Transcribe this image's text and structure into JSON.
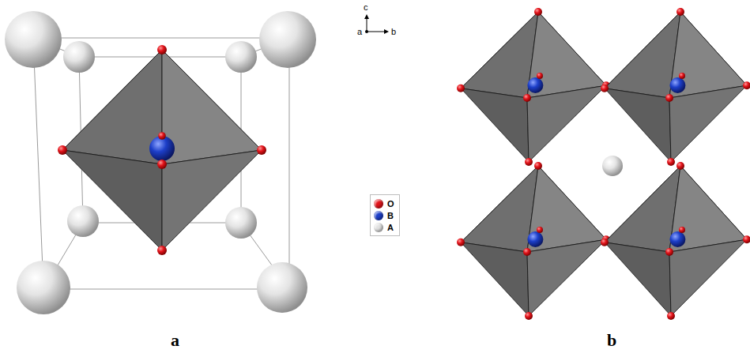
{
  "diagram": {
    "labels": [
      "c",
      "a",
      "b",
      "a",
      "b"
    ],
    "legend": [
      {
        "text": "O",
        "color": "#e3141b"
      },
      {
        "text": "B",
        "color": "#1d3fc9"
      },
      {
        "text": "A",
        "color": "#e2e2e2"
      }
    ]
  }
}
